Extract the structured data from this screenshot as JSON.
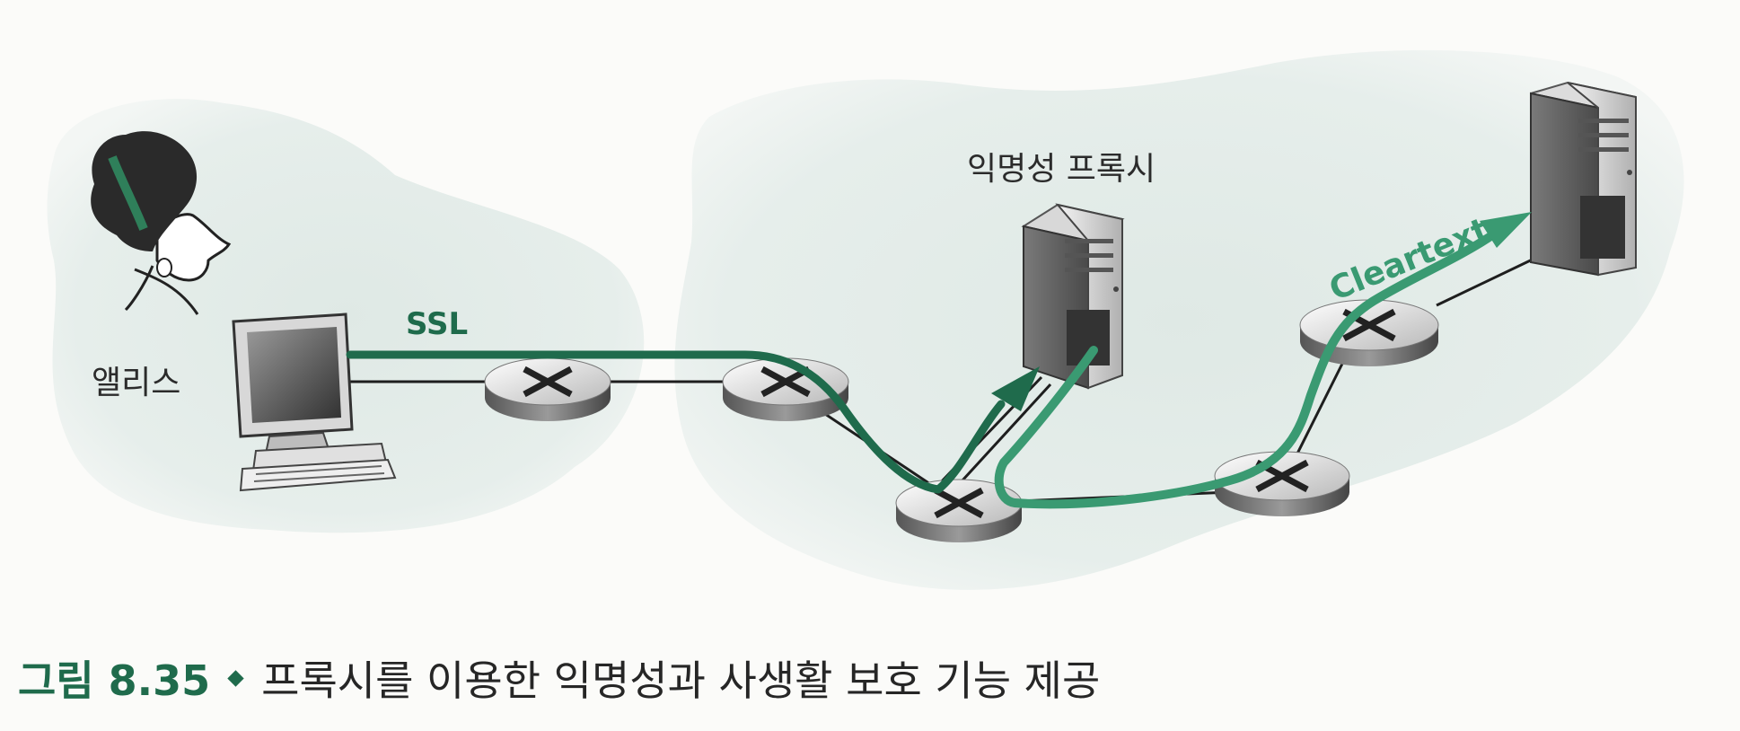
{
  "labels": {
    "alice": "앨리스",
    "proxy": "익명성 프록시",
    "ssl": "SSL",
    "cleartext": "Cleartext"
  },
  "caption": {
    "figure_label": "그림 8.35",
    "text": "프록시를 이용한 익명성과 사생활 보호 기능 제공"
  },
  "colors": {
    "ssl_path": "#1f6b4c",
    "cleartext_path": "#3a9a72",
    "cloud": "#e4ece9",
    "caption_accent": "#1f6b4c"
  }
}
